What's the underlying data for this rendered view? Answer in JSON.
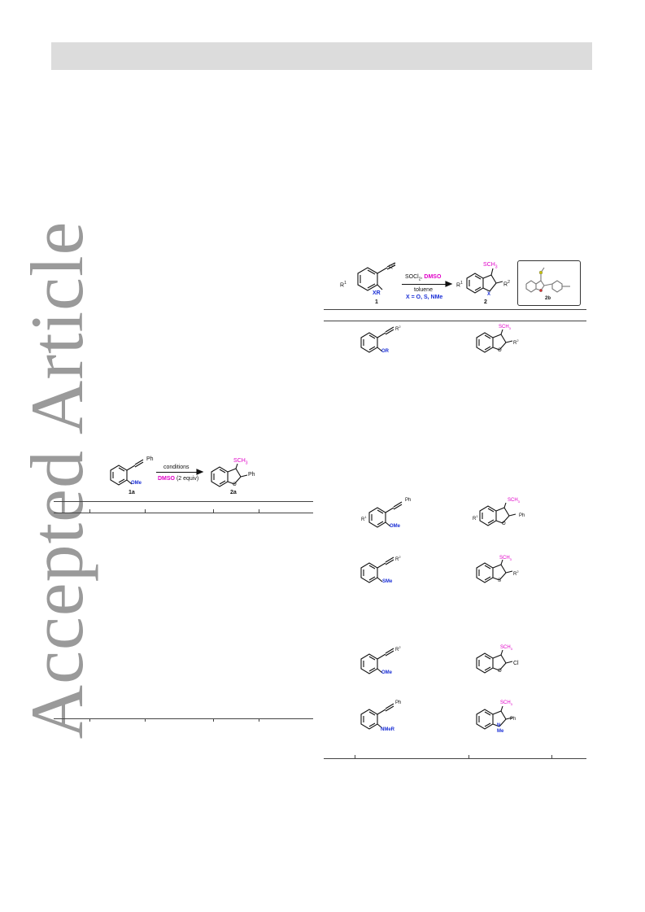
{
  "watermark": "Accepted Article",
  "scheme_main": {
    "reagent_top_prefix": "SOCl",
    "reagent_top_sub": "2",
    "reagent_top_sep": ", ",
    "reagent_top_dmso": "DMSO",
    "solvent": "toluene",
    "x_scope": "X = O, S, NMe",
    "sm_label": "1",
    "product_label": "2",
    "xray_label": "2b",
    "r1": "R",
    "r1_sup": "1",
    "r2": "R",
    "r2_sup": "2",
    "xr": "XR",
    "x": "X",
    "sch3": "SCH",
    "sch3_sub": "3"
  },
  "scheme_opt": {
    "sm_label": "1a",
    "product_label": "2a",
    "conditions": "conditions",
    "dmso": "DMSO",
    "dmso_equiv": " (2 equiv)",
    "ph": "Ph",
    "ome": "OMe",
    "o": "O",
    "sch3": "SCH",
    "sch3_sub": "3"
  },
  "scope_rows": {
    "row1": {
      "left_sub": "OR",
      "right_het": "O",
      "r2": "R",
      "r2_sup": "2",
      "sch3": "SCH",
      "sch3_sub": "3"
    },
    "row2": {
      "left_sub": "OMe",
      "right_het": "O",
      "ph": "Ph",
      "r1": "R",
      "r1_sup": "1",
      "sch3": "SCH",
      "sch3_sub": "3"
    },
    "row3": {
      "left_sub": "SMe",
      "right_het": "S",
      "r2": "R",
      "r2_sup": "2",
      "sch3": "SCH",
      "sch3_sub": "3"
    },
    "row4": {
      "left_sub": "OMe",
      "right_het": "O",
      "cl": "Cl",
      "r2": "R",
      "r2_sup": "2",
      "sch3": "SCH",
      "sch3_sub": "3"
    },
    "row5": {
      "left_sub": "NMeR",
      "right_het": "N",
      "n_me": "Me",
      "ph": "Ph",
      "sch3": "SCH",
      "sch3_sub": "3"
    }
  }
}
